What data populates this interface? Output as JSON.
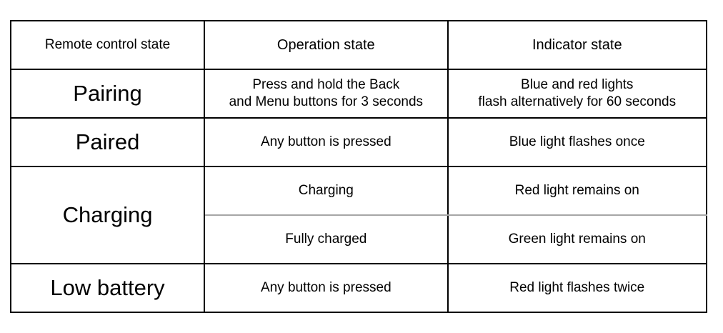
{
  "table": {
    "headers": [
      "Remote control state",
      "Operation state",
      "Indicator state"
    ],
    "rows": [
      {
        "state": "Pairing",
        "operation_lines": [
          "Press and hold the Back",
          "and Menu buttons for 3 seconds"
        ],
        "indicator_lines": [
          "Blue and red lights",
          "flash alternatively for 60 seconds"
        ]
      },
      {
        "state": "Paired",
        "operation": "Any button is pressed",
        "indicator": "Blue light flashes once"
      },
      {
        "state": "Charging",
        "sub": [
          {
            "operation": "Charging",
            "indicator": "Red light remains on"
          },
          {
            "operation": "Fully charged",
            "indicator": "Green light remains on"
          }
        ]
      },
      {
        "state": "Low battery",
        "operation": "Any button is pressed",
        "indicator": "Red light flashes twice"
      }
    ]
  }
}
